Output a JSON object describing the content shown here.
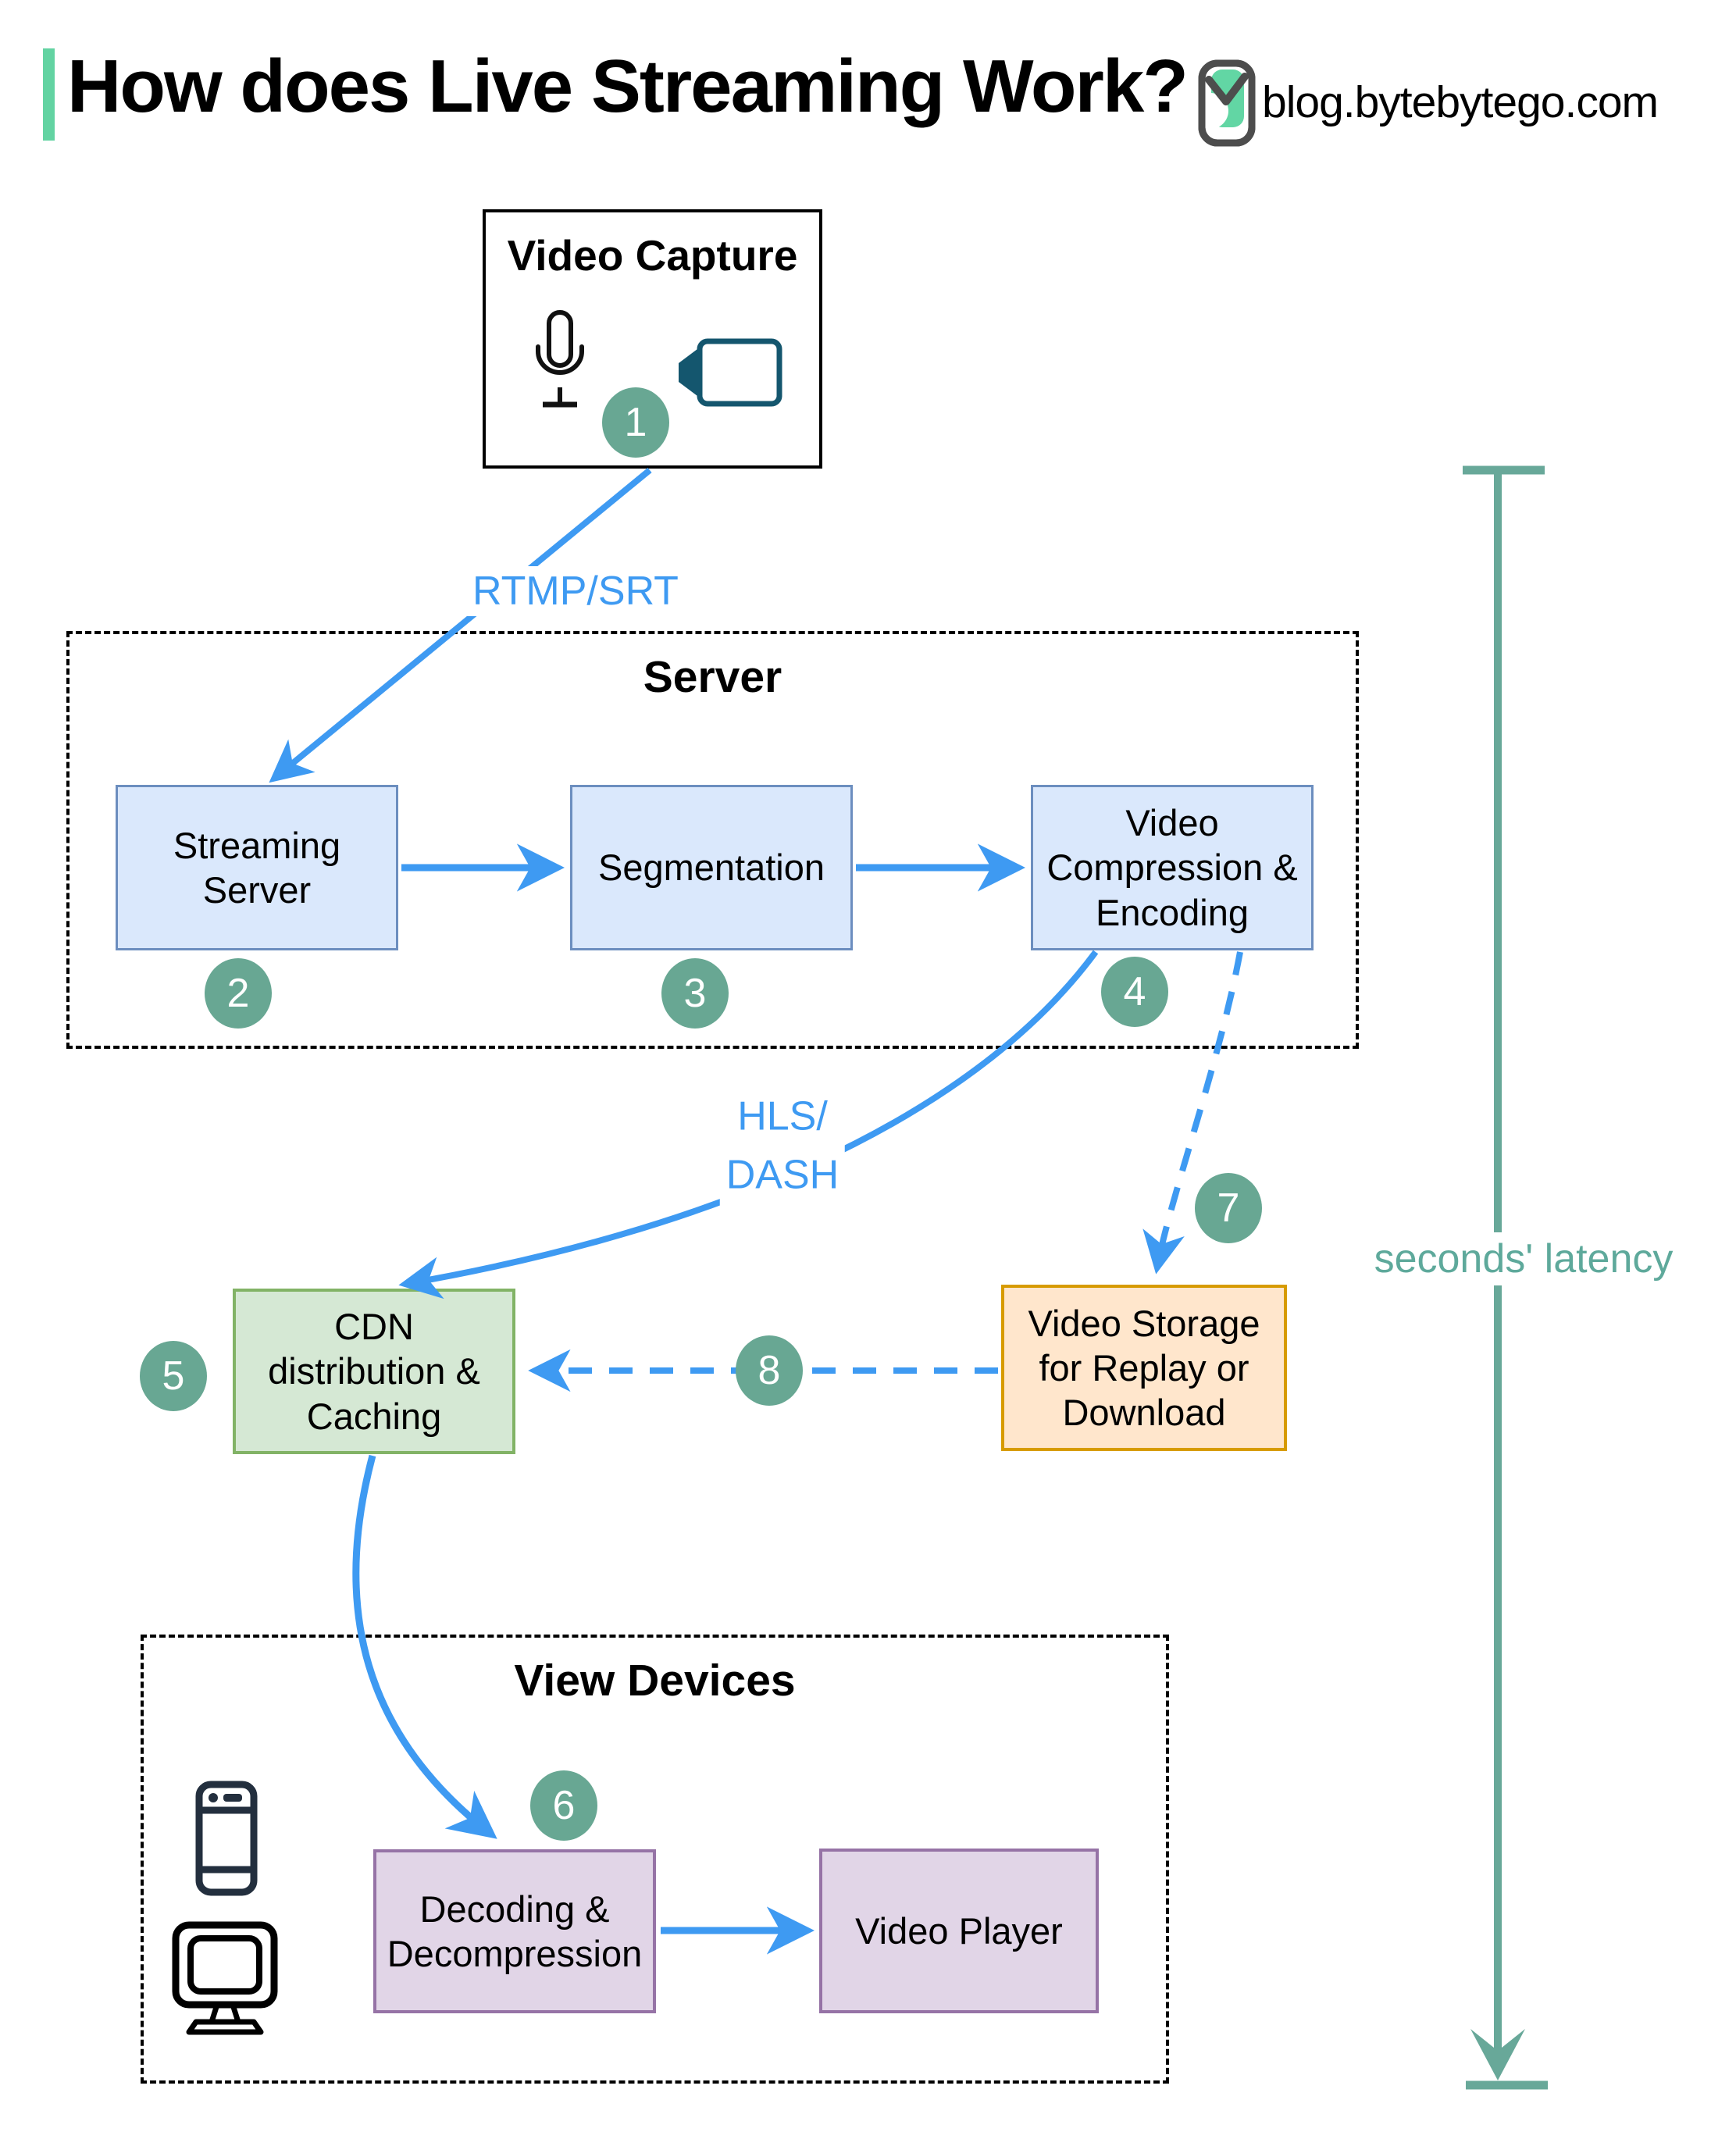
{
  "header": {
    "title": "How does Live Streaming Work?",
    "site": "blog.bytebytego.com"
  },
  "sections": {
    "server": {
      "title": "Server"
    },
    "view_devices": {
      "title": "View Devices"
    }
  },
  "nodes": {
    "video_capture": {
      "title": "Video Capture"
    },
    "streaming_server": {
      "label": "Streaming Server"
    },
    "segmentation": {
      "label": "Segmentation"
    },
    "compression": {
      "label": "Video Compression & Encoding"
    },
    "cdn": {
      "label": "CDN distribution & Caching"
    },
    "storage": {
      "label": "Video Storage for Replay or Download"
    },
    "decoding": {
      "label": "Decoding & Decompression"
    },
    "player": {
      "label": "Video Player"
    }
  },
  "badges": {
    "capture": "1",
    "streaming": "2",
    "segmentation": "3",
    "compression": "4",
    "cdn": "5",
    "decoding": "6",
    "to_storage": "7",
    "storage_to_cdn": "8"
  },
  "edge_labels": {
    "ingest_protocol": "RTMP/SRT",
    "delivery_protocol_line1": "HLS/",
    "delivery_protocol_line2": "DASH"
  },
  "latency": {
    "label": "seconds' latency"
  },
  "icons": [
    "microphone-icon",
    "video-camera-icon",
    "smartphone-icon",
    "monitor-icon",
    "bytebytego-logo-icon"
  ],
  "colors": {
    "accent_bar": "#63d3a2",
    "arrow_blue": "#3e9af2",
    "badge_teal": "#68a793",
    "latency_teal": "#68a899",
    "server_node_fill": "#dae8fc",
    "server_node_border": "#6c8ebf",
    "cdn_fill": "#d5e8d4",
    "cdn_border": "#82b366",
    "storage_fill": "#ffe6cc",
    "storage_border": "#d79b00",
    "device_fill": "#e1d5e7",
    "device_border": "#9673a6",
    "camera_icon": "#14566e",
    "phone_icon": "#232f3e"
  }
}
